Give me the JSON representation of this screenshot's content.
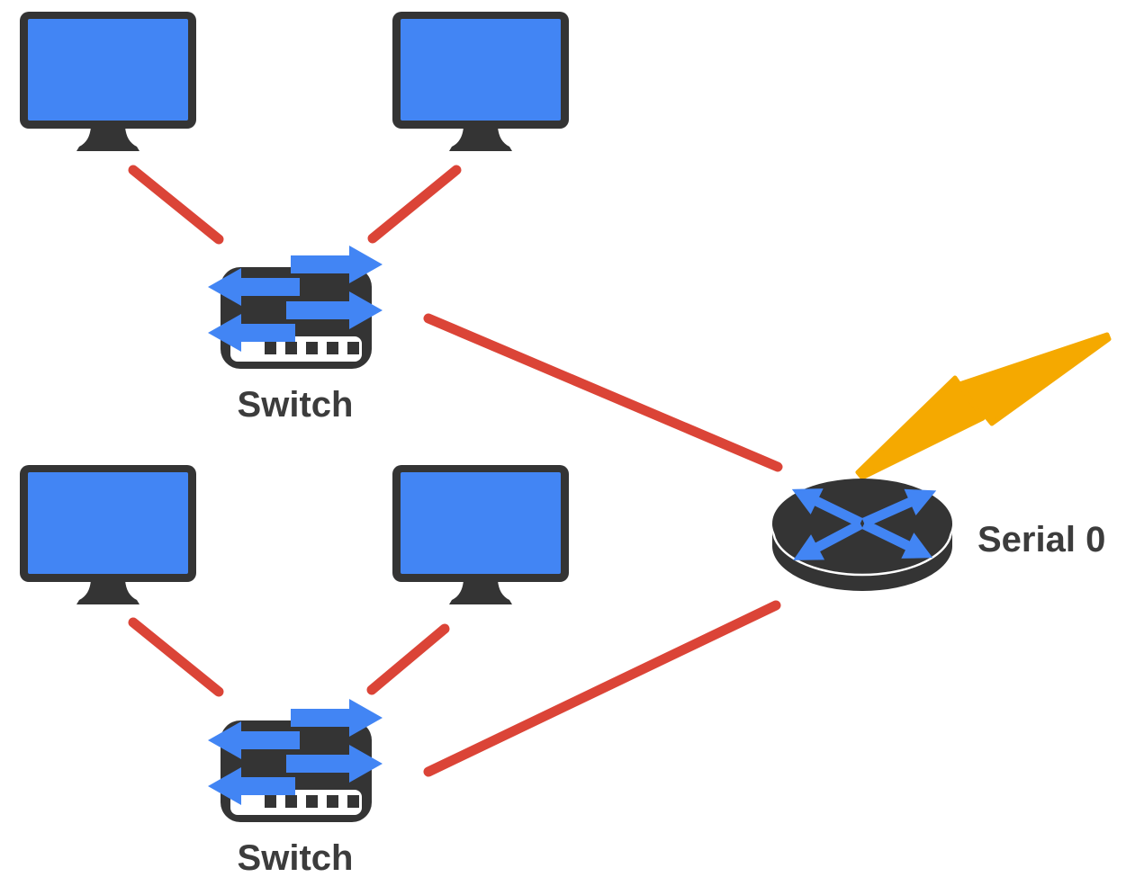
{
  "diagram": {
    "type": "network-topology",
    "nodes": [
      {
        "id": "pc-1",
        "type": "computer",
        "label": ""
      },
      {
        "id": "pc-2",
        "type": "computer",
        "label": ""
      },
      {
        "id": "switch-1",
        "type": "switch",
        "label": "Switch"
      },
      {
        "id": "pc-3",
        "type": "computer",
        "label": ""
      },
      {
        "id": "pc-4",
        "type": "computer",
        "label": ""
      },
      {
        "id": "switch-2",
        "type": "switch",
        "label": "Switch"
      },
      {
        "id": "router-1",
        "type": "router",
        "label": "Serial 0"
      },
      {
        "id": "wan-link",
        "type": "lightning-bolt",
        "label": ""
      }
    ],
    "edges": [
      {
        "from": "pc-1",
        "to": "switch-1",
        "style": "red-line"
      },
      {
        "from": "pc-2",
        "to": "switch-1",
        "style": "red-line"
      },
      {
        "from": "switch-1",
        "to": "router-1",
        "style": "red-line"
      },
      {
        "from": "pc-3",
        "to": "switch-2",
        "style": "red-line"
      },
      {
        "from": "pc-4",
        "to": "switch-2",
        "style": "red-line"
      },
      {
        "from": "switch-2",
        "to": "router-1",
        "style": "red-line"
      },
      {
        "from": "wan-link",
        "to": "router-1",
        "style": "lightning"
      }
    ],
    "colors": {
      "device_blue": "#4285F4",
      "device_dark": "#343434",
      "link_red": "#DB4437",
      "wan_yellow": "#F5A900",
      "label_gray": "#3C3C3C",
      "background": "#FFFFFF"
    }
  }
}
